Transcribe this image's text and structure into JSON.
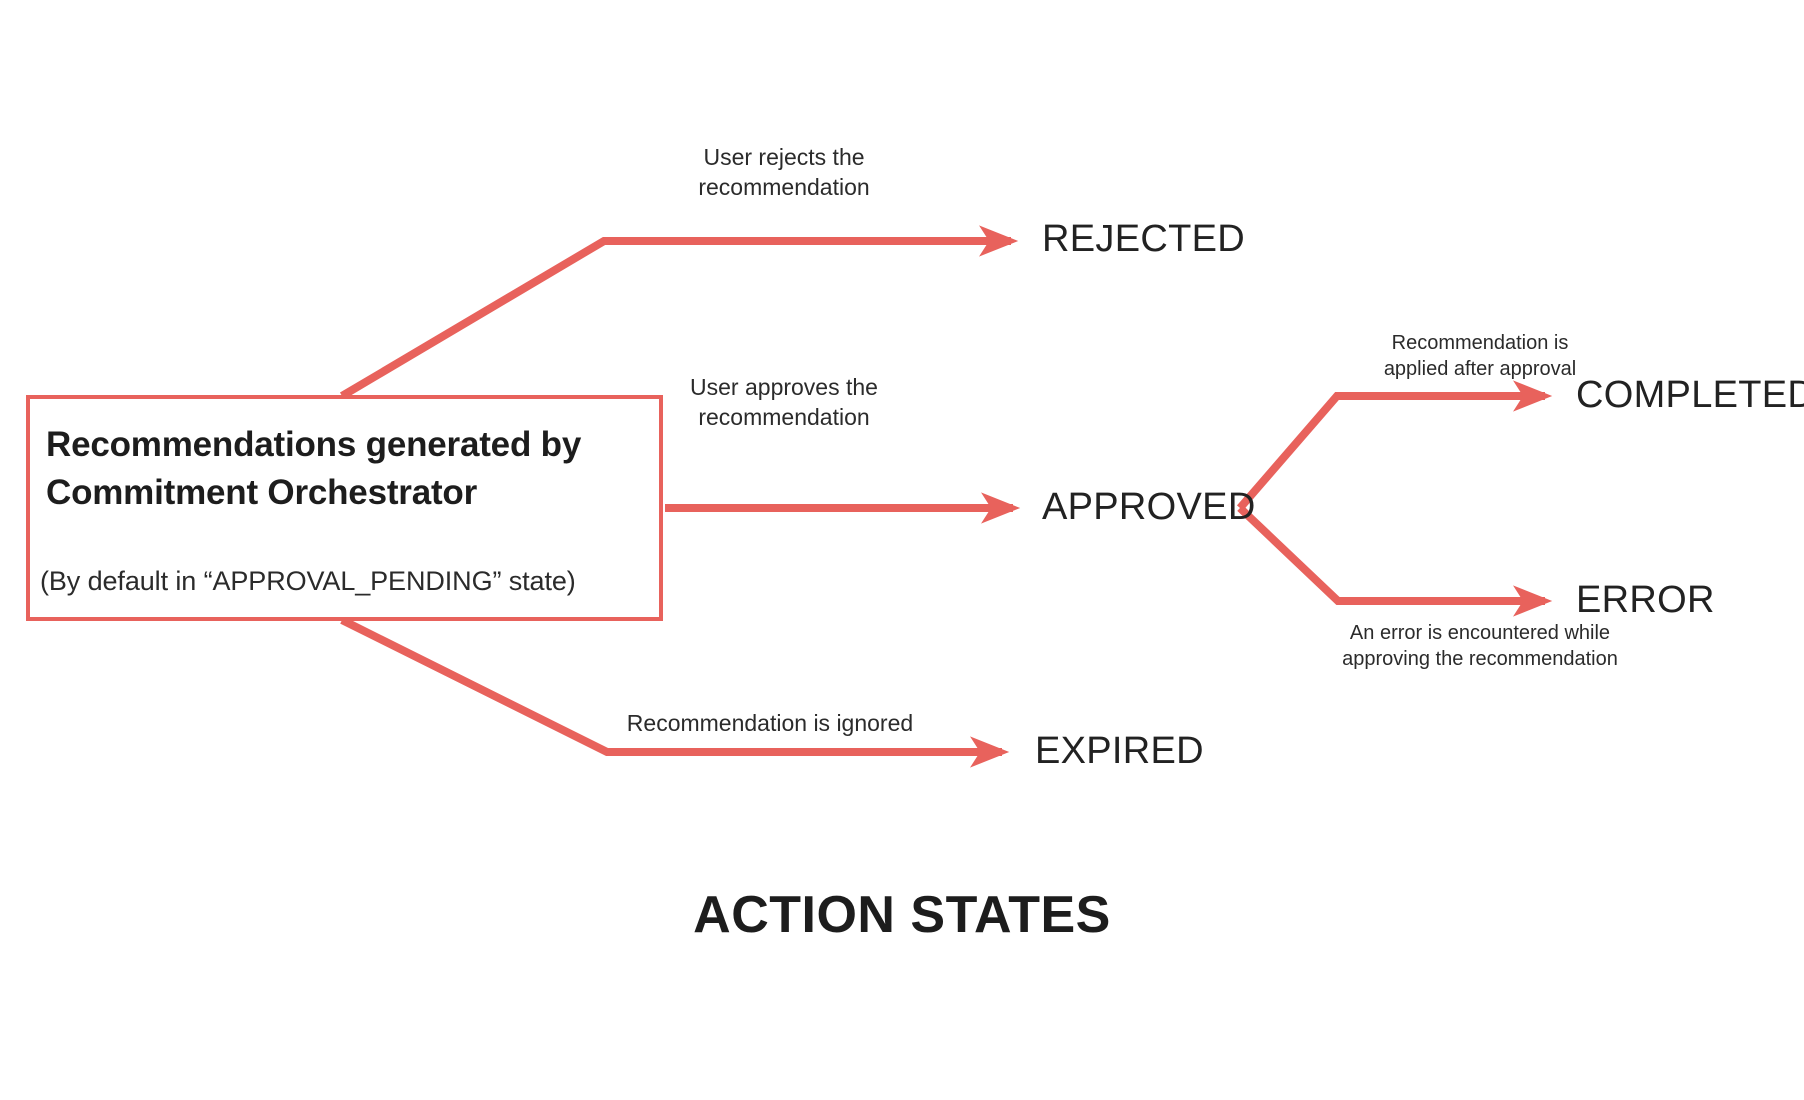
{
  "figure": {
    "title": "ACTION STATES",
    "accent_color": "#e8625c",
    "text_color": "#2b2b2b",
    "heading_color": "#1d1d1d",
    "background_color": "#ffffff"
  },
  "source": {
    "title": "Recommendations generated by Commitment Orchestrator",
    "subtitle": "(By default in “APPROVAL_PENDING” state)"
  },
  "states": {
    "rejected": "REJECTED",
    "approved": "APPROVED",
    "expired": "EXPIRED",
    "completed": "COMPLETED",
    "error": "ERROR"
  },
  "transitions": {
    "to_rejected": "User rejects the\nrecommendation",
    "to_approved": "User approves the\nrecommendation",
    "to_expired": "Recommendation is ignored",
    "to_completed": "Recommendation is\napplied after approval",
    "to_error": "An error is encountered while\napproving the recommendation"
  },
  "chart_data": {
    "type": "diagram",
    "title": "ACTION STATES",
    "nodes": [
      {
        "id": "source",
        "label": "Recommendations generated by Commitment Orchestrator",
        "sublabel": "(By default in “APPROVAL_PENDING” state)",
        "shape": "rectangle"
      },
      {
        "id": "rejected",
        "label": "REJECTED",
        "shape": "text"
      },
      {
        "id": "approved",
        "label": "APPROVED",
        "shape": "text"
      },
      {
        "id": "expired",
        "label": "EXPIRED",
        "shape": "text"
      },
      {
        "id": "completed",
        "label": "COMPLETED",
        "shape": "text"
      },
      {
        "id": "error",
        "label": "ERROR",
        "shape": "text"
      }
    ],
    "edges": [
      {
        "from": "source",
        "to": "rejected",
        "label": "User rejects the recommendation"
      },
      {
        "from": "source",
        "to": "approved",
        "label": "User approves the recommendation"
      },
      {
        "from": "source",
        "to": "expired",
        "label": "Recommendation is ignored"
      },
      {
        "from": "approved",
        "to": "completed",
        "label": "Recommendation is applied after approval"
      },
      {
        "from": "approved",
        "to": "error",
        "label": "An error is encountered while approving the recommendation"
      }
    ]
  }
}
